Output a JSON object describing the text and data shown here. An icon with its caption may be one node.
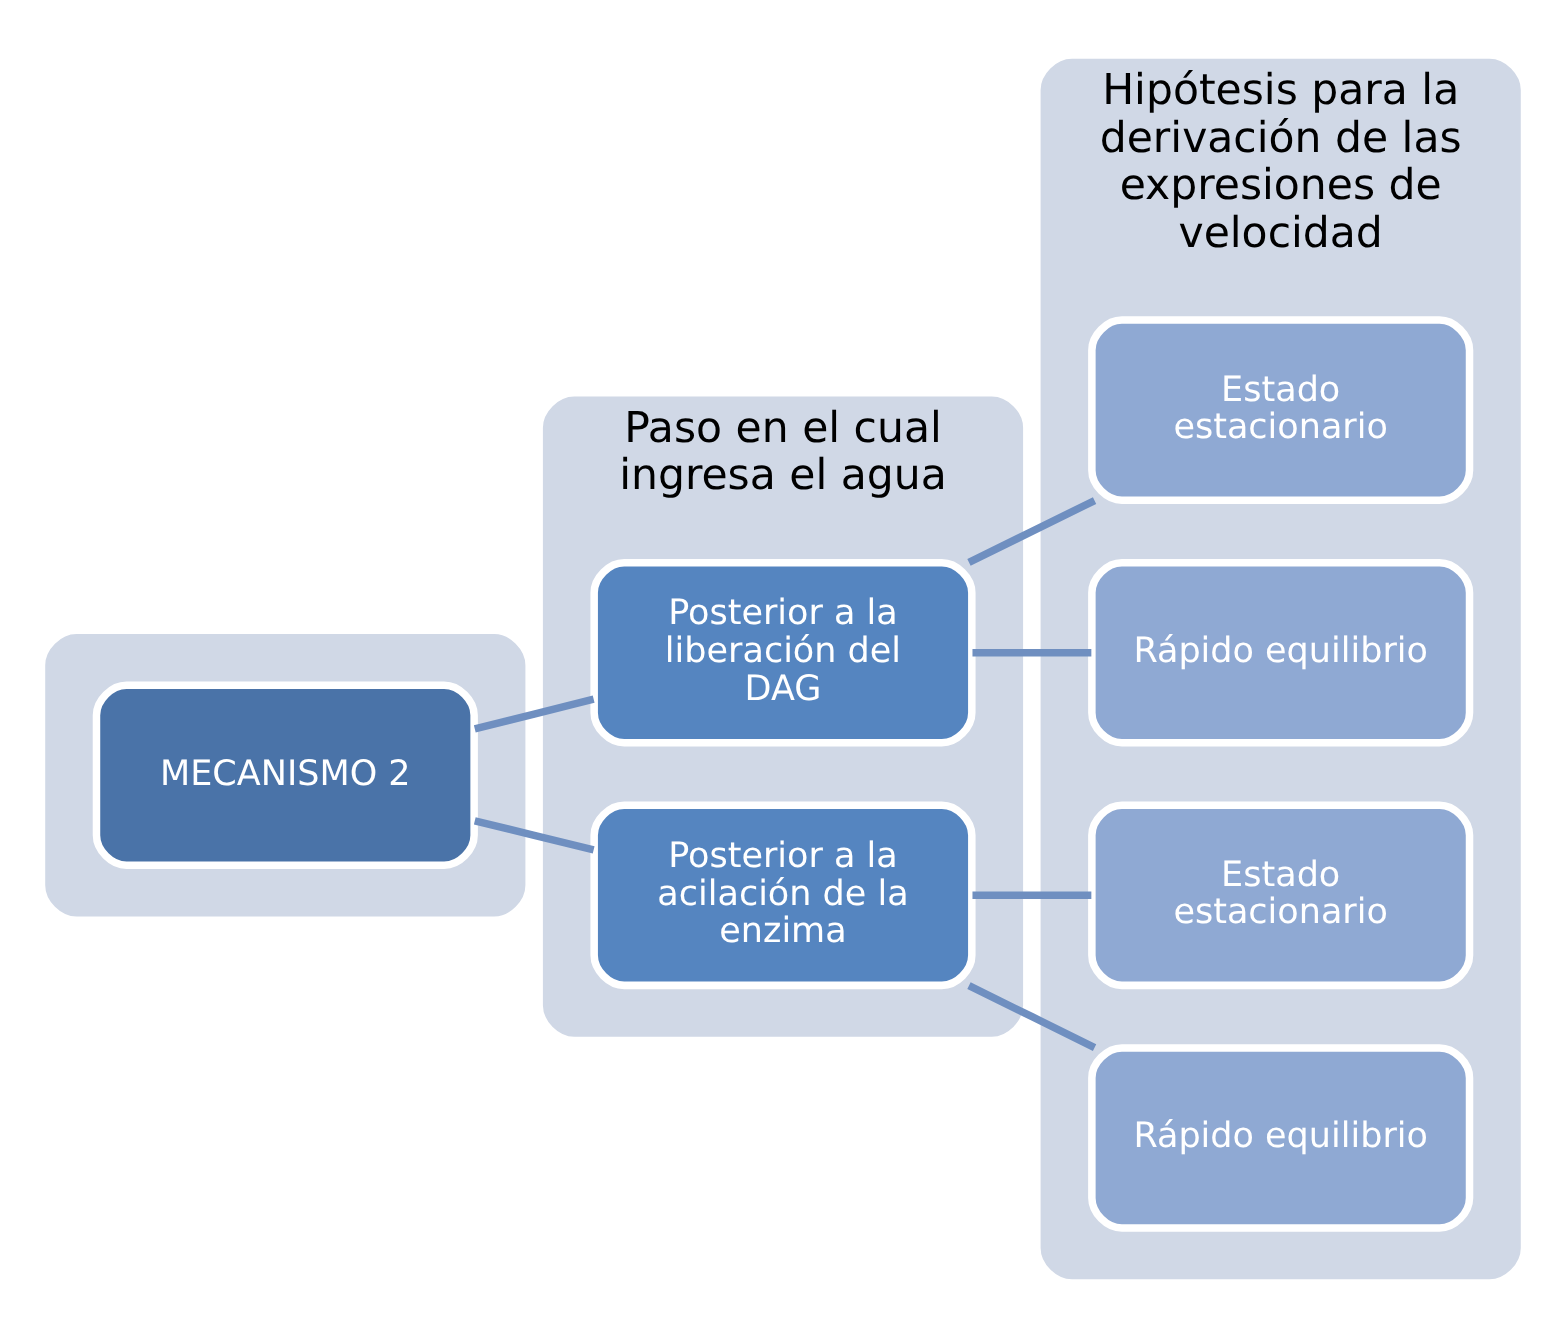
{
  "diagram": {
    "nodes": [
      {
        "text": [],
        "shape": "box"
      },
      {
        "text": [
          "MECANISMO 2"
        ],
        "in": 0
      },
      {
        "text": [
          "Paso en el cual ingresa el agua"
        ]
      },
      {
        "text": [
          "Posterior a la liberación del DAG"
        ],
        "in": 2
      },
      {
        "text": [
          "Posterior a la acilación de la enzima"
        ],
        "in": 2
      },
      {
        "text": [
          "Hipótesis para la derivación de las expresiones de velocidad"
        ]
      },
      {
        "text": [
          "Estado estacionario"
        ],
        "in": 5
      },
      {
        "text": [
          "Rápido equilibrio"
        ],
        "in": 5
      },
      {
        "text": [
          "Estado estacionario"
        ],
        "in": 5
      },
      {
        "text": [
          "Rápido equilibrio"
        ],
        "in": 5
      }
    ],
    "edges": [
      {
        "from": 1,
        "to": 3,
        "arrow": "none"
      },
      {
        "from": 1,
        "to": 4,
        "arrow": "none"
      },
      {
        "from": 3,
        "to": 6,
        "arrow": "none"
      },
      {
        "from": 3,
        "to": 7,
        "arrow": "none"
      },
      {
        "from": 4,
        "to": 8,
        "arrow": "none"
      },
      {
        "from": 4,
        "to": 9,
        "arrow": "none"
      }
    ]
  }
}
